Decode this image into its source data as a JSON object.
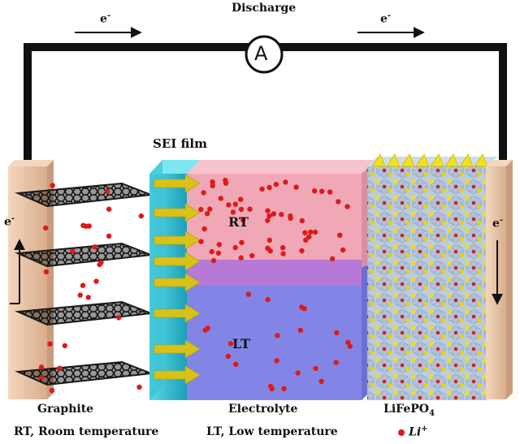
{
  "title": "Discharge",
  "ammeter": "A",
  "electron": {
    "base": "e",
    "charge": "-"
  },
  "labels": {
    "sei": "SEI film",
    "rt": "RT",
    "lt": "LT",
    "graphite": "Graphite",
    "electrolyte": "Electrolyte",
    "cathode": {
      "base": "LiFePO",
      "sub": "4"
    }
  },
  "legend": {
    "rt": "RT, Room temperature",
    "lt": "LT, Low temperature",
    "li": {
      "base": "Li",
      "charge": "+"
    }
  },
  "colors": {
    "wire": "#111111",
    "current_collector": "#e8c4a6",
    "graphite": "#1a1a1a",
    "sei": "#2bbbd0",
    "electrolyte_rt": "#f1a8b6",
    "electrolyte_lt": "#7f82e6",
    "li_ion": "#dd1a1a",
    "arrow": "#d8c21a",
    "polyhedra": "#a9bfd8",
    "phosphate": "#f2e21a"
  }
}
